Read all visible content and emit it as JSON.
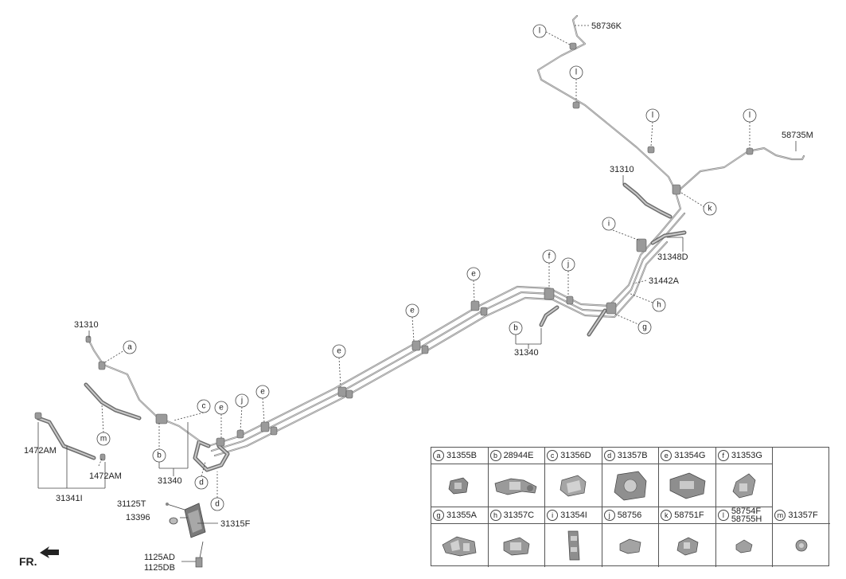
{
  "parts": {
    "p58736K": "58736K",
    "p58735M": "58735M",
    "p31310_top": "31310",
    "p31348D": "31348D",
    "p31442A": "31442A",
    "p31340_right": "31340",
    "p31310_left": "31310",
    "p1472AM_a": "1472AM",
    "p1472AM_b": "1472AM",
    "p31341I": "31341I",
    "p31340_left": "31340",
    "p31125T": "31125T",
    "p13396": "13396",
    "p31315F": "31315F",
    "p1125AD": "1125AD",
    "p1125DB": "1125DB"
  },
  "callouts": {
    "a": "a",
    "b": "b",
    "c": "c",
    "d": "d",
    "e": "e",
    "f": "f",
    "g": "g",
    "h": "h",
    "i": "i",
    "j": "j",
    "k": "k",
    "l": "l",
    "m": "m"
  },
  "legend": [
    {
      "letter": "a",
      "part": "31355B"
    },
    {
      "letter": "b",
      "part": "28944E"
    },
    {
      "letter": "c",
      "part": "31356D"
    },
    {
      "letter": "d",
      "part": "31357B"
    },
    {
      "letter": "e",
      "part": "31354G"
    },
    {
      "letter": "f",
      "part": "31353G"
    },
    {
      "letter": "g",
      "part": "31355A"
    },
    {
      "letter": "h",
      "part": "31357C"
    },
    {
      "letter": "i",
      "part": "31354I"
    },
    {
      "letter": "j",
      "part": "58756"
    },
    {
      "letter": "k",
      "part": "58751F"
    },
    {
      "letter": "l",
      "part": "58754F",
      "part2": "58755H"
    },
    {
      "letter": "m",
      "part": "31357F"
    }
  ],
  "front_marker": "FR."
}
